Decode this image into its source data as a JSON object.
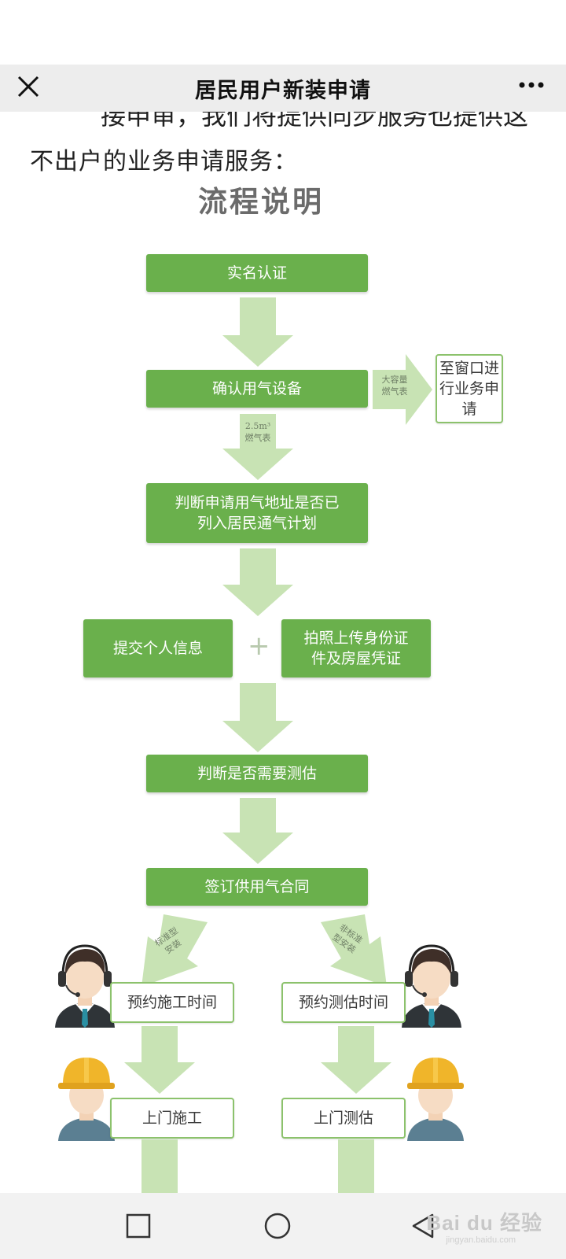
{
  "window": {
    "title": "居民用户新装申请",
    "close_icon": "close-icon",
    "more_icon": "more-icon"
  },
  "article": {
    "clipped_line": "接申审，我们将提供同步服务也提供这",
    "intro": "不出户的业务申请服务：",
    "heading": "流程说明"
  },
  "flow": {
    "step1": "实名认证",
    "step2": "确认用气设备",
    "branch_big_meter_label_line1": "大容量",
    "branch_big_meter_label_line2": "燃气表",
    "window_box": "至窗口进行业务申请",
    "small_meter_label_line1": "2.5m³",
    "small_meter_label_line2": "燃气表",
    "step3": "判断申请用气地址是否已列入居民通气计划",
    "step4a": "提交个人信息",
    "plus": "+",
    "step4b": "拍照上传身份证件及房屋凭证",
    "step5": "判断是否需要测估",
    "step6": "签订供用气合同",
    "left_branch_label_line1": "标准型",
    "left_branch_label_line2": "安装",
    "right_branch_label_line1": "非标准",
    "right_branch_label_line2": "型安装",
    "left_step7": "预约施工时间",
    "right_step7": "预约测估时间",
    "left_step8": "上门施工",
    "right_step8": "上门测估"
  },
  "navbar": {
    "recent_icon": "square-icon",
    "home_icon": "circle-icon",
    "back_icon": "triangle-back-icon",
    "watermark": "Bai du 经验",
    "watermark_sub": "jingyan.baidu.com"
  },
  "colors": {
    "green": "#6ab04c",
    "arrow_green": "#c8e3b4",
    "titlebar_bg": "#ededed"
  }
}
